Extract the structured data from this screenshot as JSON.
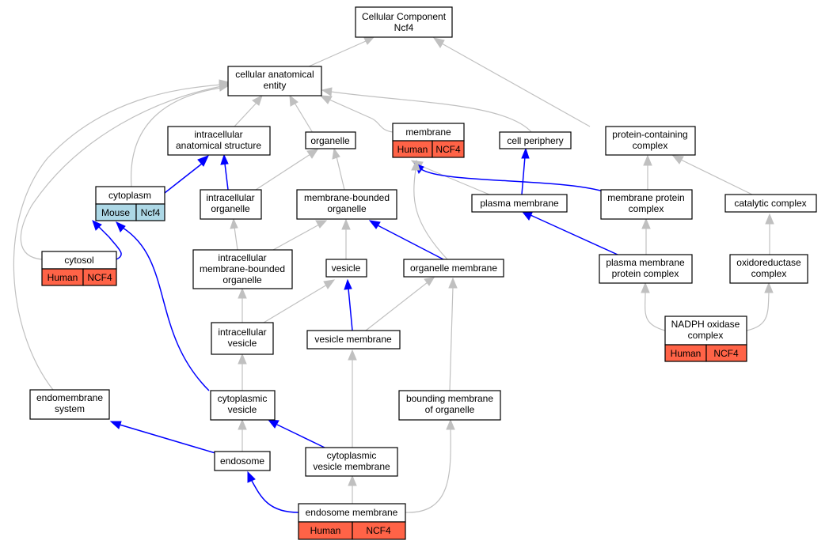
{
  "colors": {
    "human_cell": "#ff6347",
    "mouse_cell": "#add8e6",
    "is_a_edge": "#c0c0c0",
    "part_of_edge": "#0000ff"
  },
  "nodes": {
    "root": {
      "line1": "Cellular Component",
      "line2": "Ncf4"
    },
    "cae": {
      "line1": "cellular anatomical",
      "line2": "entity"
    },
    "ias": {
      "line1": "intracellular",
      "line2": "anatomical structure"
    },
    "organelle": {
      "line1": "organelle"
    },
    "membrane": {
      "line1": "membrane",
      "species": "Human",
      "gene": "NCF4"
    },
    "cellper": {
      "line1": "cell periphery"
    },
    "pcc": {
      "line1": "protein-containing",
      "line2": "complex"
    },
    "cytoplasm": {
      "line1": "cytoplasm",
      "species": "Mouse",
      "gene": "Ncf4"
    },
    "io": {
      "line1": "intracellular",
      "line2": "organelle"
    },
    "mbo": {
      "line1": "membrane-bounded",
      "line2": "organelle"
    },
    "pm": {
      "line1": "plasma membrane"
    },
    "mpc": {
      "line1": "membrane protein",
      "line2": "complex"
    },
    "catc": {
      "line1": "catalytic complex"
    },
    "cytosol": {
      "line1": "cytosol",
      "species": "Human",
      "gene": "NCF4"
    },
    "imbo": {
      "line1": "intracellular",
      "line2": "membrane-bounded",
      "line3": "organelle"
    },
    "vesicle": {
      "line1": "vesicle"
    },
    "om": {
      "line1": "organelle membrane"
    },
    "pmpc": {
      "line1": "plasma membrane",
      "line2": "protein complex"
    },
    "oxc": {
      "line1": "oxidoreductase",
      "line2": "complex"
    },
    "iv": {
      "line1": "intracellular",
      "line2": "vesicle"
    },
    "vm": {
      "line1": "vesicle membrane"
    },
    "nadph": {
      "line1": "NADPH oxidase",
      "line2": "complex",
      "species": "Human",
      "gene": "NCF4"
    },
    "endomem": {
      "line1": "endomembrane",
      "line2": "system"
    },
    "cv": {
      "line1": "cytoplasmic",
      "line2": "vesicle"
    },
    "bmo": {
      "line1": "bounding membrane",
      "line2": "of organelle"
    },
    "endosome": {
      "line1": "endosome"
    },
    "cvm": {
      "line1": "cytoplasmic",
      "line2": "vesicle membrane"
    },
    "em": {
      "line1": "endosome membrane",
      "species": "Human",
      "gene": "NCF4"
    }
  }
}
